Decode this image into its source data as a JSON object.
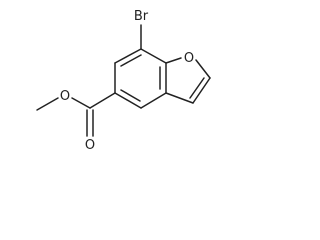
{
  "molecule": {
    "atoms": {
      "bromine": "Br",
      "furan_oxygen": "O",
      "ester_ether_oxygen": "O",
      "carbonyl_oxygen": "O"
    }
  }
}
